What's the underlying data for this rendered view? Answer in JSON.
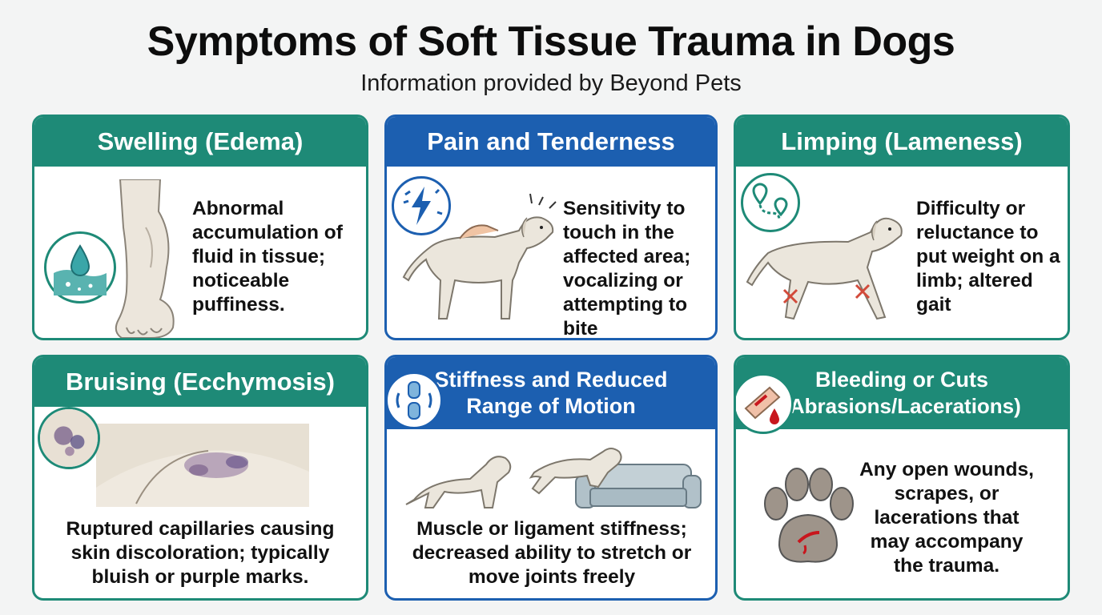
{
  "header": {
    "title": "Symptoms of Soft Tissue Trauma in Dogs",
    "subtitle": "Information provided by Beyond Pets"
  },
  "colors": {
    "teal": "#1e8a77",
    "blue": "#1c5fb0",
    "background": "#f3f4f4"
  },
  "cards": [
    {
      "title": "Swelling (Edema)",
      "description": "Abnormal accumulation of fluid in tissue; noticeable puffiness.",
      "icon": "water-drop-icon",
      "illustration": "swollen-leg"
    },
    {
      "title": "Pain and Tenderness",
      "description": "Sensitivity to touch in the affected area; vocalizing or attempting to bite",
      "icon": "lightning-icon",
      "illustration": "dog-being-touched"
    },
    {
      "title": "Limping (Lameness)",
      "description": "Difficulty or reluctance to put weight on a limb; altered gait",
      "icon": "route-pin-icon",
      "illustration": "limping-dog"
    },
    {
      "title": "Bruising (Ecchymosis)",
      "description": "Ruptured capillaries causing skin discoloration; typically bluish or purple marks.",
      "icon": "bruise-spot-icon",
      "illustration": "bruised-skin"
    },
    {
      "title_line1": "Stiffness and Reduced",
      "title_line2": "Range of Motion",
      "description": "Muscle or ligament stiffness; decreased ability to stretch or move joints freely",
      "icon": "joint-icon",
      "illustration": "dog-jumping-on-sofa"
    },
    {
      "title_line1": "Bleeding or Cuts",
      "title_line2": "(Abrasions/Lacerations)",
      "description": "Any open wounds, scrapes, or lacerations that may accompany the trauma.",
      "icon": "bleeding-cut-icon",
      "illustration": "injured-paw"
    }
  ]
}
